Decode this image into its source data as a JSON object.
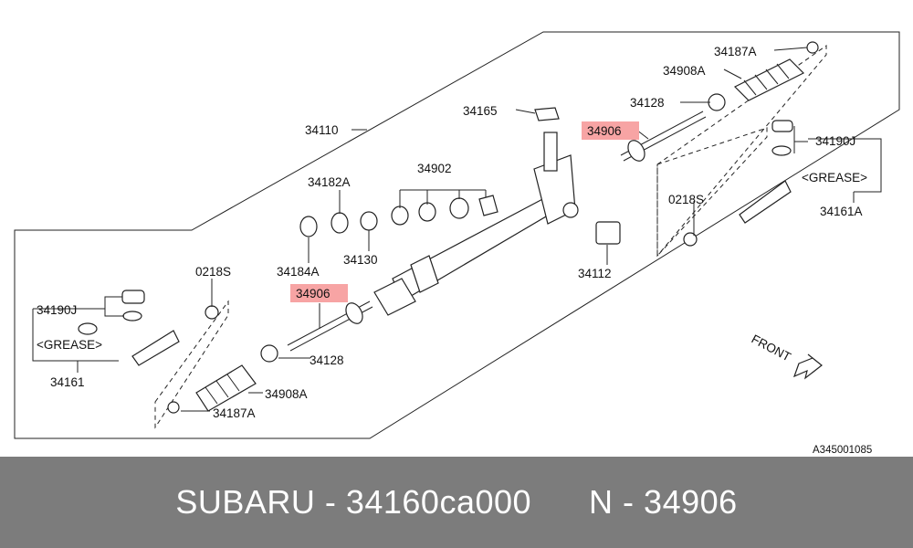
{
  "diagram": {
    "labels": {
      "l34187a_top": "34187A",
      "l34908a_top": "34908A",
      "l34128_top": "34128",
      "l34906_top": "34906",
      "l34165": "34165",
      "l34110": "34110",
      "l34902": "34902",
      "l34182a": "34182A",
      "l34130": "34130",
      "l34184a": "34184A",
      "l34112": "34112",
      "l34190j_right": "34190J",
      "lgrease_right": "<GREASE>",
      "l0218s_right": "0218S",
      "l34161a": "34161A",
      "l0218s_left": "0218S",
      "l34190j_left": "34190J",
      "lgrease_left": "<GREASE>",
      "l34161": "34161",
      "l34906_mid": "34906",
      "l34128_bottom": "34128",
      "l34908a_bottom": "34908A",
      "l34187a_bottom": "34187A",
      "front": "FRONT",
      "ref": "A345001085"
    }
  },
  "footer": {
    "text": "SUBARU - 34160ca000      N - 34906"
  }
}
